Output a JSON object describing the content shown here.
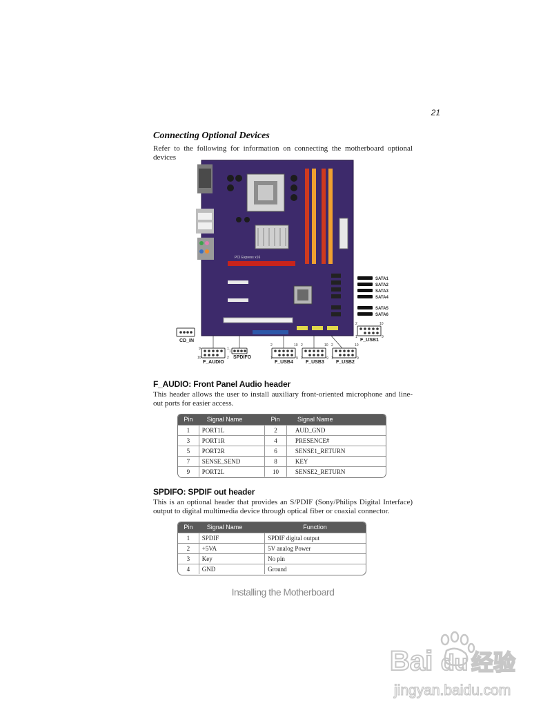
{
  "page": {
    "number": "21",
    "section_title": "Connecting Optional Devices",
    "intro": "Refer to the following for information on connecting the motherboard optional devices"
  },
  "figure": {
    "board_caption": "PCI Express x16",
    "headers": {
      "cd_in": "CD_IN",
      "f_audio": "F_AUDIO",
      "spdifo": "SPDIFO",
      "f_usb1": "F_USB1",
      "f_usb2": "F_USB2",
      "f_usb3": "F_USB3",
      "f_usb4": "F_USB4"
    },
    "sata": [
      "SATA1",
      "SATA2",
      "SATA3",
      "SATA4",
      "SATA5",
      "SATA6"
    ],
    "pin_numbers": {
      "f_audio": [
        "9",
        "1",
        "10",
        "2"
      ],
      "spdifo": [
        "1"
      ],
      "f_usb1": [
        "2",
        "10",
        "1",
        "9"
      ],
      "f_usb4": [
        "2",
        "10",
        "1",
        "9"
      ],
      "f_usb3": [
        "2",
        "10",
        "1",
        "9"
      ],
      "f_usb2": [
        "2",
        "10",
        "1",
        "9"
      ]
    }
  },
  "f_audio": {
    "heading": "F_AUDIO: Front Panel Audio header",
    "description": "This header allows the user to install auxiliary front-oriented microphone and line-out ports for easier access.",
    "columns": [
      "Pin",
      "Signal Name",
      "Pin",
      "Signal Name"
    ],
    "rows": [
      [
        "1",
        "PORT1L",
        "2",
        "AUD_GND"
      ],
      [
        "3",
        "PORT1R",
        "4",
        "PRESENCE#"
      ],
      [
        "5",
        "PORT2R",
        "6",
        "SENSE1_RETURN"
      ],
      [
        "7",
        "SENSE_SEND",
        "8",
        "KEY"
      ],
      [
        "9",
        "PORT2L",
        "10",
        "SENSE2_RETURN"
      ]
    ]
  },
  "spdifo": {
    "heading": "SPDIFO: SPDIF out header",
    "description": "This is an optional header that provides an S/PDIF (Sony/Philips Digital Interface) output to digital multimedia device through optical fiber or coaxial connector.",
    "columns": [
      "Pin",
      "Signal Name",
      "Function"
    ],
    "rows": [
      [
        "1",
        "SPDIF",
        "SPDIF digital output"
      ],
      [
        "2",
        "+5VA",
        "5V analog Power"
      ],
      [
        "3",
        "Key",
        "No pin"
      ],
      [
        "4",
        "GND",
        "Ground"
      ]
    ]
  },
  "footer": "Installing the Motherboard",
  "watermark": {
    "brand": "Bai",
    "brand_suffix": "du",
    "cn_text": "经验",
    "url": "jingyan.baidu.com"
  }
}
